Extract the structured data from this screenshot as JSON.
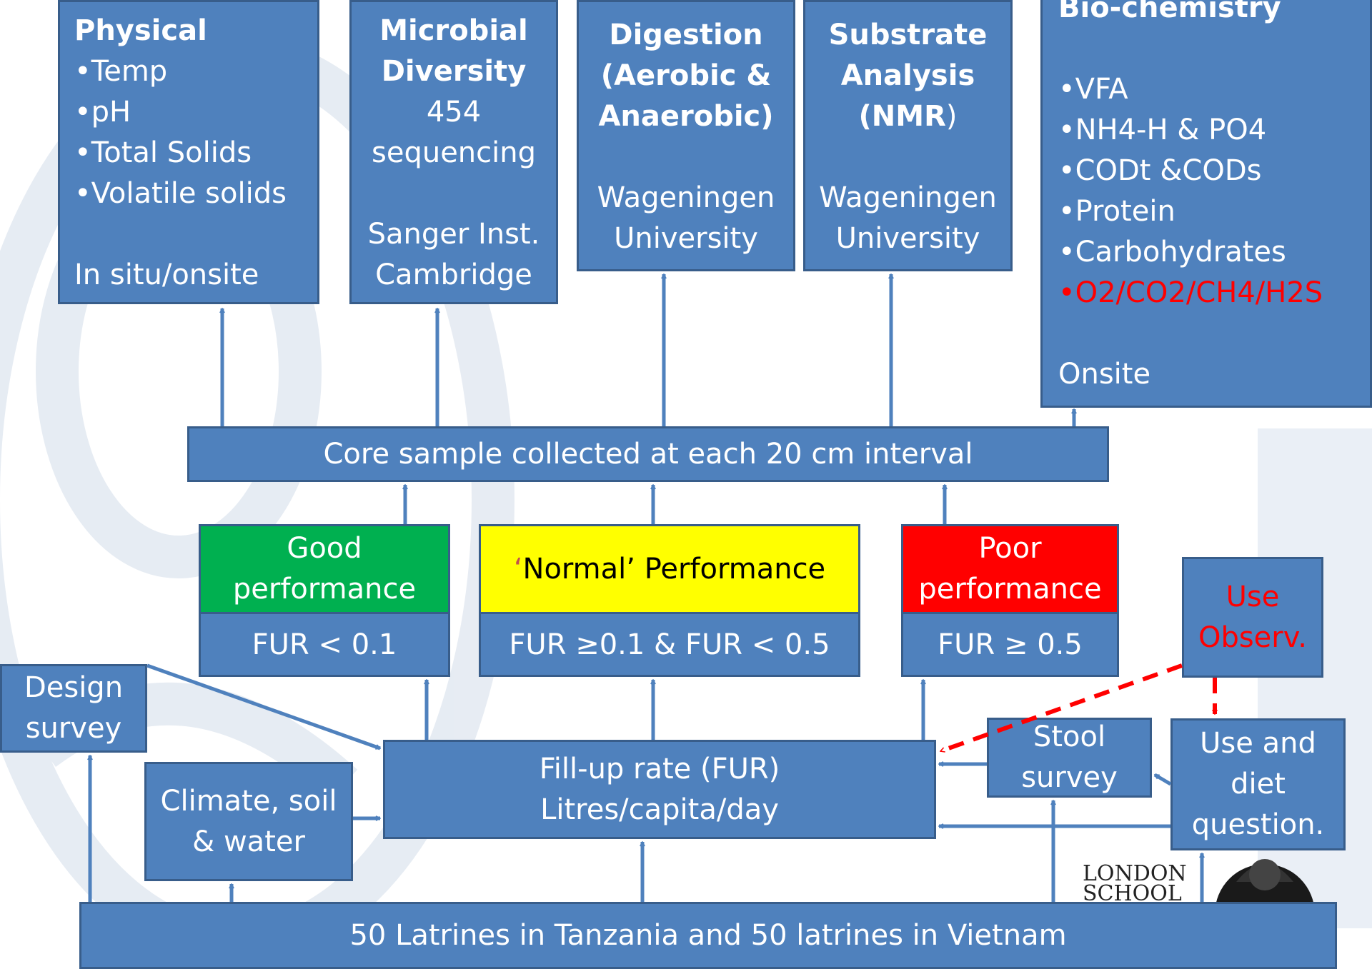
{
  "boxes": {
    "physical": {
      "title": "Physical",
      "items": [
        "•Temp",
        "•pH",
        "•Total Solids",
        "•Volatile solids"
      ],
      "location": "In situ/onsite"
    },
    "microbial": {
      "title_line1": "Microbial",
      "title_line2": "Diversity",
      "method_line1": "454",
      "method_line2": "sequencing",
      "location_line1": "Sanger Inst.",
      "location_line2": "Cambridge"
    },
    "digestion": {
      "title_line1": "Digestion",
      "title_line2": "(Aerobic &",
      "title_line3": "Anaerobic)",
      "location_line1": "Wageningen",
      "location_line2": "University"
    },
    "substrate": {
      "title_line1": "Substrate",
      "title_line2": "Analysis",
      "title_line3_bold": "(NMR",
      "title_line3_rest": ")",
      "location_line1": "Wageningen",
      "location_line2": "University"
    },
    "biochemistry": {
      "title": "Bio-chemistry",
      "items": [
        "•VFA",
        "•NH4-H & PO4",
        "•CODt &CODs",
        "•Protein",
        "•Carbohydrates"
      ],
      "highlight_item": "•O2/CO2/CH4/H2S",
      "location": "Onsite"
    },
    "core_sample": "Core sample collected at each 20 cm interval",
    "good": {
      "line1": "Good",
      "line2": "performance",
      "criterion": "FUR < 0.1"
    },
    "normal": {
      "prefix": "‘",
      "label": "Normal’ Performance",
      "criterion": "FUR ≥0.1 & FUR < 0.5"
    },
    "poor": {
      "line1": "Poor",
      "line2": "performance",
      "criterion": "FUR ≥ 0.5"
    },
    "use_observ": {
      "line1": "Use",
      "line2": "Observ."
    },
    "design_survey": {
      "line1": "Design",
      "line2": "survey"
    },
    "climate": {
      "line1": "Climate, soil",
      "line2": "& water"
    },
    "fur": {
      "line1": "Fill-up rate (FUR)",
      "line2": "Litres/capita/day"
    },
    "stool": {
      "line1": "Stool",
      "line2": "survey"
    },
    "use_diet": {
      "line1": "Use and",
      "line2": "diet",
      "line3": "question."
    },
    "latrines": "50 Latrines in Tanzania and 50  latrines in Vietnam"
  },
  "logo": {
    "line1": "LONDON",
    "line2": "SCHOOL"
  },
  "colors": {
    "box_fill": "#4f81bd",
    "box_border": "#385d8a",
    "good": "#00b050",
    "normal": "#ffff00",
    "poor": "#ff0000",
    "highlight_text": "#ff0000",
    "dashed_arrow": "#ff0000"
  }
}
